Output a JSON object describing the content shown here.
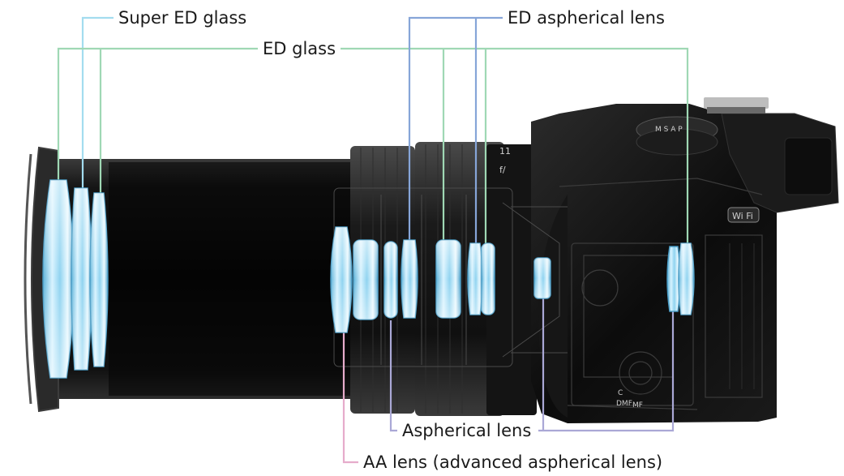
{
  "labels": {
    "super_ed_glass": "Super ED glass",
    "ed_glass": "ED glass",
    "ed_aspherical_lens": "ED aspherical lens",
    "aspherical_lens": "Aspherical lens",
    "aa_lens": "AA lens (advanced aspherical lens)"
  },
  "camera_markings": {
    "wifi": "Wi Fi",
    "dmf": "DMF",
    "mf": "MF",
    "c": "C"
  },
  "colors": {
    "super_ed_glass": "#9fd9ee",
    "ed_glass": "#9ad7b0",
    "ed_aspherical_lens": "#7f9fd6",
    "aspherical_lens": "#a7a5d3",
    "aa_lens": "#e4a9c6",
    "lens_element": "#8fd3f0",
    "camera_body": "#111111"
  }
}
